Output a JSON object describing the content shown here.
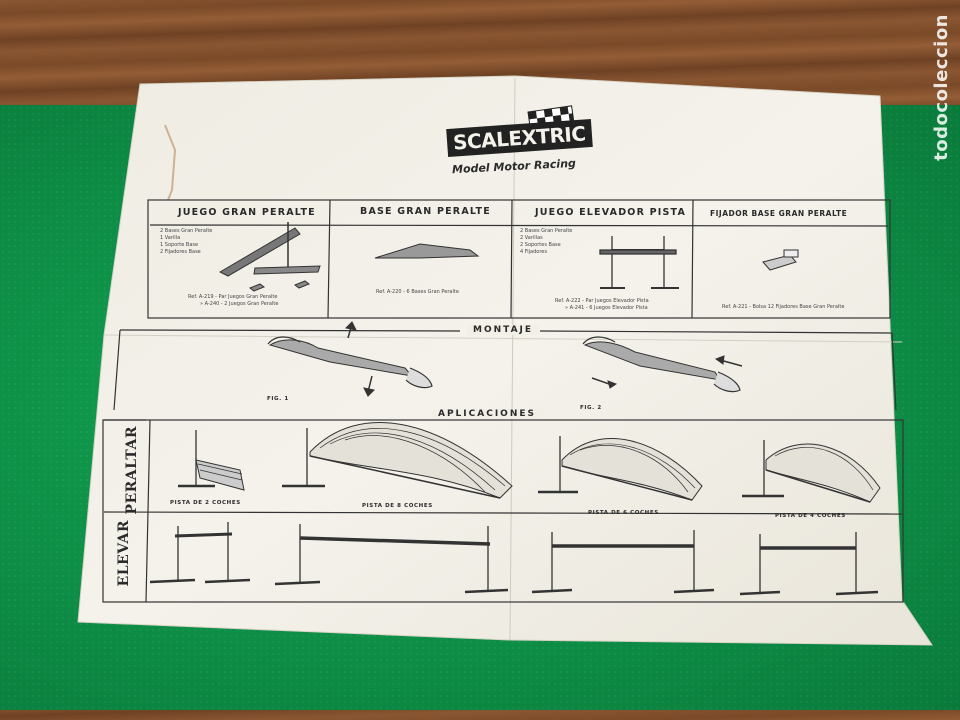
{
  "brand": {
    "logo": "SCALEXTRIC",
    "tagline": "Model Motor Racing"
  },
  "watermark": "todocoleccion",
  "products": [
    {
      "title": "JUEGO GRAN PERALTE",
      "contents": [
        "2 Bases Gran Peralte",
        "1 Varilla",
        "1 Soporte Base",
        "2 Fijadores Base"
      ],
      "refs": [
        "Ref. A-219 - Par Juegos Gran Peralte",
        "» A-240 - 2 Juegos Gran Peralte"
      ]
    },
    {
      "title": "BASE GRAN PERALTE",
      "contents": [],
      "refs": [
        "Ref. A-220 - 6 Bases Gran Peralte"
      ]
    },
    {
      "title": "JUEGO ELEVADOR PISTA",
      "contents": [
        "2 Bases Gran Peralte",
        "2 Varillas",
        "2 Soportes Base",
        "4 Fijadores"
      ],
      "refs": [
        "Ref. A-222 - Par Juegos Elevador Pista",
        "» A-241 - 6 Juegos Elevador Pista"
      ]
    },
    {
      "title": "FIJADOR BASE GRAN PERALTE",
      "contents": [],
      "refs": [
        "Ref. A-221 - Bolsa 12 Fijadores Base Gran Peralte"
      ]
    }
  ],
  "montaje": {
    "title": "MONTAJE",
    "fig1": "FIG. 1",
    "fig2": "FIG. 2"
  },
  "aplicaciones": {
    "title": "APLICACIONES",
    "row1_label": "PERALTAR",
    "row2_label": "ELEVAR",
    "captions": [
      "PISTA DE 2 COCHES",
      "PISTA DE 8 COCHES",
      "PISTA DE 6 COCHES",
      "PISTA DE 4 COCHES"
    ]
  },
  "colors": {
    "paper": "#f1eee6",
    "felt": "#0d8c45",
    "wood": "#7b4a28",
    "ink": "#2a2a2a"
  }
}
